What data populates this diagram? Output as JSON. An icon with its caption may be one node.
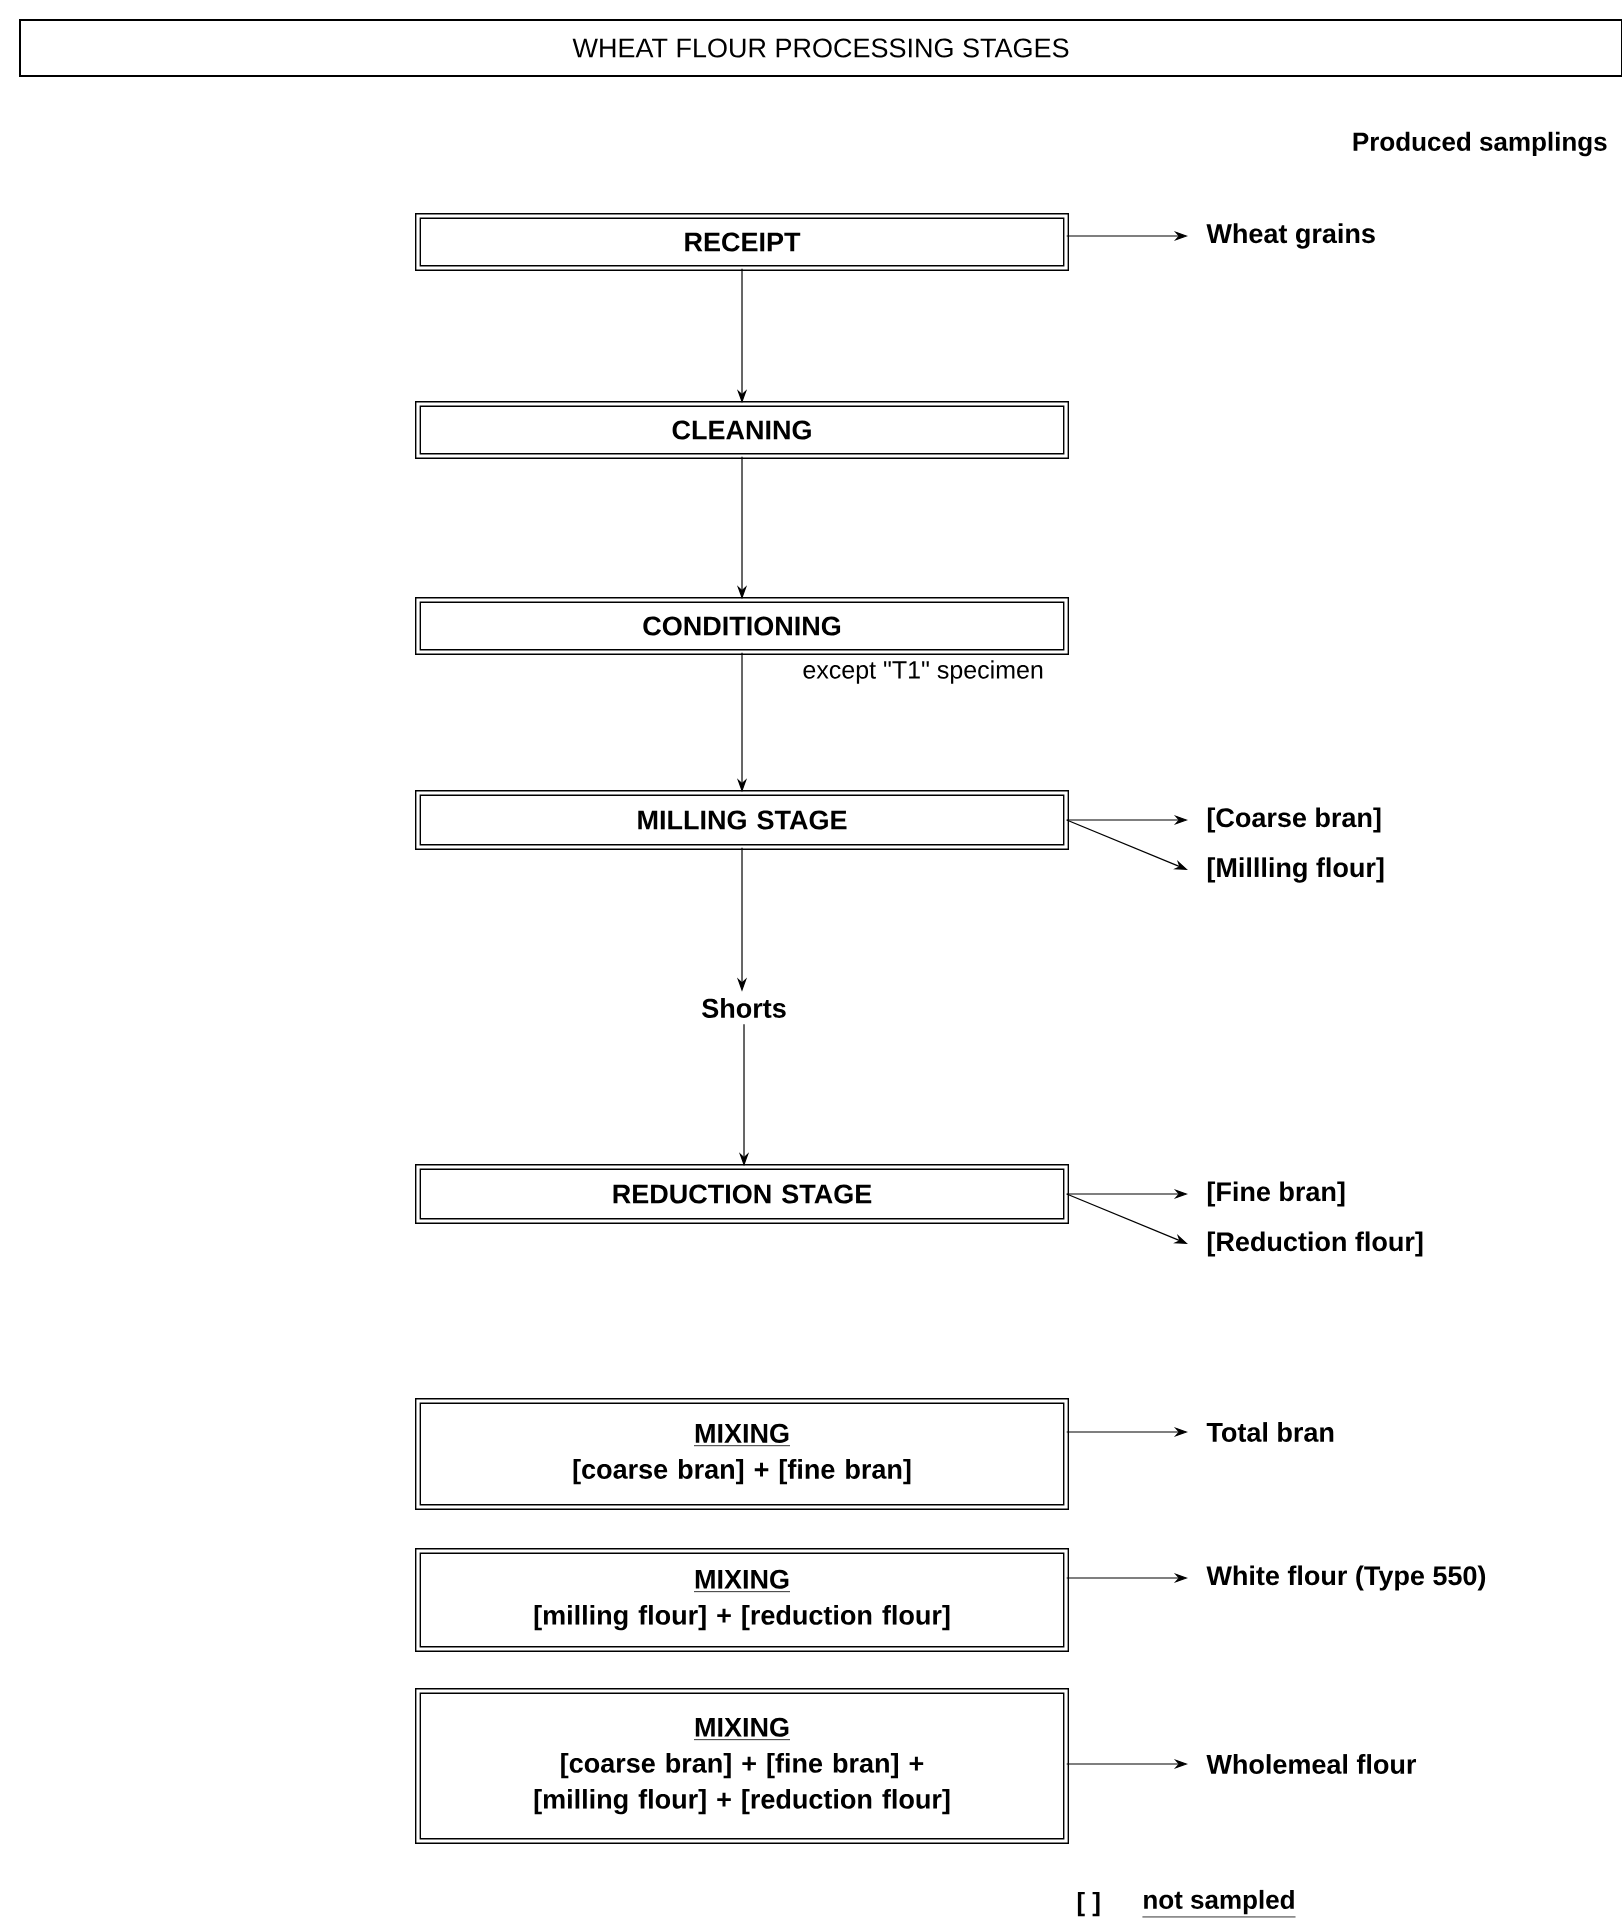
{
  "diagram": {
    "title": "WHEAT FLOUR PROCESSING STAGES",
    "nodes": [
      {
        "text": [
          "RECEIPT"
        ]
      },
      {
        "text": [
          "CLEANING"
        ]
      },
      {
        "text": [
          "CONDITIONING"
        ],
        "beside": [
          "except \"T1\" specimen"
        ]
      },
      {
        "text": [
          "MILLING STAGE"
        ]
      },
      {
        "text": [
          "Shorts"
        ]
      },
      {
        "text": [
          "REDUCTION STAGE"
        ]
      },
      {
        "text": [
          "MIXING",
          "[coarse bran] + [fine bran]"
        ]
      },
      {
        "text": [
          "MIXING",
          "[milling flour] + [reduction flour]"
        ]
      },
      {
        "text": [
          "MIXING",
          "[coarse bran] + [fine bran] + [milling flour] + [reduction flour]"
        ]
      },
      {
        "text": [
          "Wheat grains"
        ]
      },
      {
        "text": [
          "[Coarse bran]"
        ]
      },
      {
        "text": [
          "[Millling flour]"
        ]
      },
      {
        "text": [
          "[Fine bran]"
        ]
      },
      {
        "text": [
          "[Reduction flour]"
        ]
      },
      {
        "text": [
          "Total bran"
        ]
      },
      {
        "text": [
          "White flour (Type 550)"
        ]
      },
      {
        "text": [
          "Wholemeal flour"
        ]
      }
    ],
    "edges": [
      {
        "from": 0,
        "to": 9,
        "arrow": "to"
      },
      {
        "from": 0,
        "to": 1,
        "arrow": "to"
      },
      {
        "from": 1,
        "to": 2,
        "arrow": "to"
      },
      {
        "from": 2,
        "to": 3,
        "arrow": "to"
      },
      {
        "from": 3,
        "to": 10,
        "arrow": "to"
      },
      {
        "from": 3,
        "to": 11,
        "arrow": "to"
      },
      {
        "from": 3,
        "to": 4,
        "arrow": "to"
      },
      {
        "from": 4,
        "to": 5,
        "arrow": "to"
      },
      {
        "from": 5,
        "to": 12,
        "arrow": "to"
      },
      {
        "from": 5,
        "to": 13,
        "arrow": "to"
      },
      {
        "from": 6,
        "to": 14,
        "arrow": "to"
      },
      {
        "from": 7,
        "to": 15,
        "arrow": "to"
      },
      {
        "from": 8,
        "to": 16,
        "arrow": "to"
      }
    ],
    "labels": [
      "Produced samplings",
      "[ ]",
      "not sampled"
    ]
  }
}
